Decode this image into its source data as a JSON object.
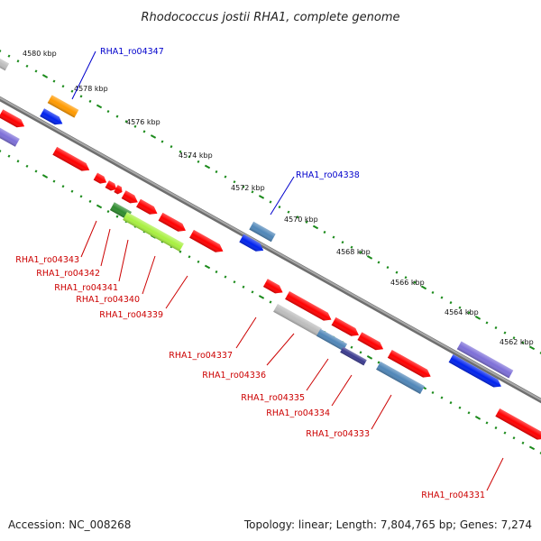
{
  "title": "Rhodococcus jostii RHA1, complete genome",
  "footer": {
    "accession": "Accession: NC_008268",
    "topology": "Topology: linear; Length: 7,804,765 bp; Genes: 7,274"
  },
  "colors": {
    "backbone": "#8c8c8c",
    "tick_green": "#1a8a1a",
    "label_red": "#cc0000",
    "label_blue": "#0000cc",
    "red": "#ff0000",
    "blue": "#0022ee",
    "steel": "#4f86b8",
    "purple": "#7d6fd8",
    "orange": "#ff9a00",
    "grey": "#bdbdbd",
    "lime": "#a8f040",
    "dark_navy": "#3b3b8f"
  },
  "kbp_labels": [
    "4580 kbp",
    "4578 kbp",
    "4576 kbp",
    "4574 kbp",
    "4572 kbp",
    "4570 kbp",
    "4568 kbp",
    "4566 kbp",
    "4564 kbp",
    "4562 kbp"
  ],
  "gene_labels": [
    {
      "text": "RHA1_ro04347",
      "color": "blue"
    },
    {
      "text": "RHA1_ro04338",
      "color": "blue"
    },
    {
      "text": "RHA1_ro04343",
      "color": "red"
    },
    {
      "text": "RHA1_ro04342",
      "color": "red"
    },
    {
      "text": "RHA1_ro04341",
      "color": "red"
    },
    {
      "text": "RHA1_ro04340",
      "color": "red"
    },
    {
      "text": "RHA1_ro04339",
      "color": "red"
    },
    {
      "text": "RHA1_ro04337",
      "color": "red"
    },
    {
      "text": "RHA1_ro04336",
      "color": "red"
    },
    {
      "text": "RHA1_ro04335",
      "color": "red"
    },
    {
      "text": "RHA1_ro04334",
      "color": "red"
    },
    {
      "text": "RHA1_ro04333",
      "color": "red"
    },
    {
      "text": "RHA1_ro04331",
      "color": "red"
    }
  ]
}
